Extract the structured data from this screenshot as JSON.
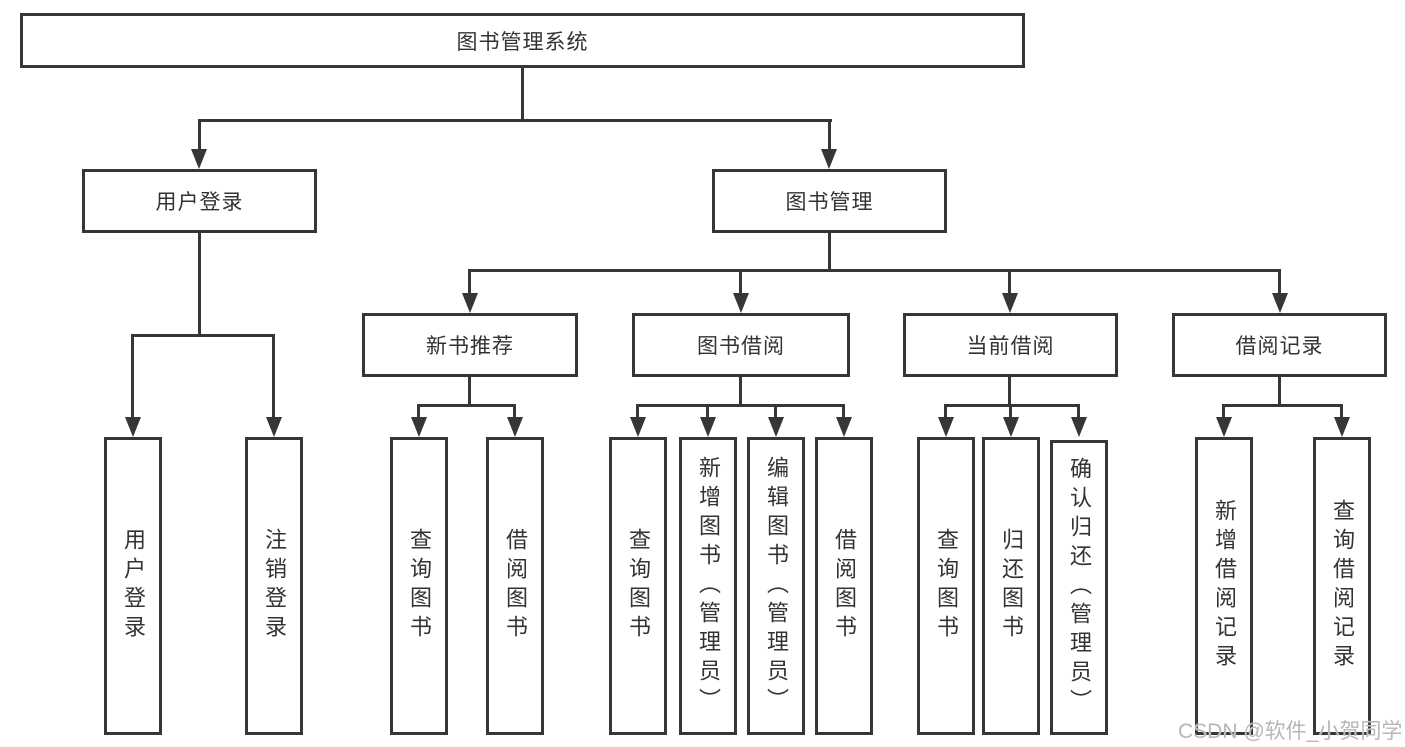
{
  "diagram": {
    "root": {
      "label": "图书管理系统",
      "children": [
        {
          "label": "用户登录",
          "children": [
            {
              "label": "用户登录"
            },
            {
              "label": "注销登录"
            }
          ]
        },
        {
          "label": "图书管理",
          "children": [
            {
              "label": "新书推荐",
              "children": [
                {
                  "label": "查询图书"
                },
                {
                  "label": "借阅图书"
                }
              ]
            },
            {
              "label": "图书借阅",
              "children": [
                {
                  "label": "查询图书"
                },
                {
                  "label": "新增图书（管理员）"
                },
                {
                  "label": "编辑图书（管理员）"
                },
                {
                  "label": "借阅图书"
                }
              ]
            },
            {
              "label": "当前借阅",
              "children": [
                {
                  "label": "查询图书"
                },
                {
                  "label": "归还图书"
                },
                {
                  "label": "确认归还（管理员）"
                }
              ]
            },
            {
              "label": "借阅记录",
              "children": [
                {
                  "label": "新增借阅记录"
                },
                {
                  "label": "查询借阅记录"
                }
              ]
            }
          ]
        }
      ]
    }
  },
  "watermark": {
    "text": "CSDN @软件_小贺同学"
  },
  "colors": {
    "line": "#363636",
    "text": "#333333",
    "watermark": "#b7b7b7",
    "background": "#ffffff"
  }
}
